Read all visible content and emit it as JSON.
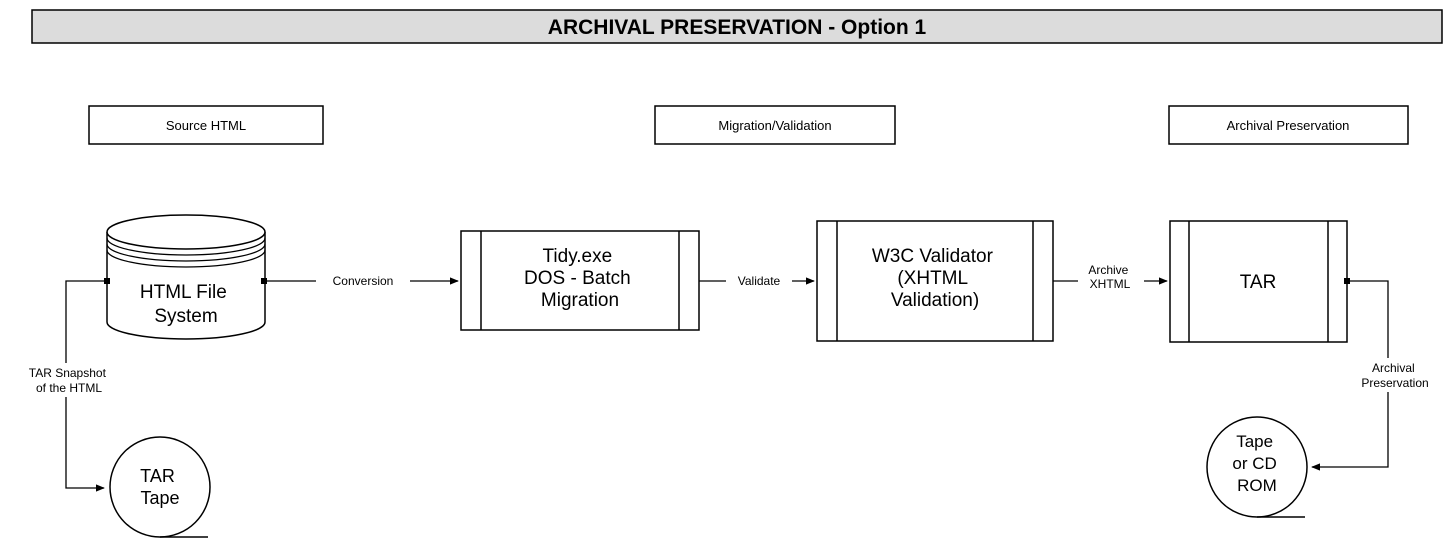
{
  "title": "ARCHIVAL PRESERVATION  - Option 1",
  "colors": {
    "title_bg": "#dcdcdc",
    "line": "#000000",
    "background": "#ffffff"
  },
  "headers": {
    "source": "Source HTML",
    "migration": "Migration/Validation",
    "archival": "Archival Preservation"
  },
  "nodes": {
    "file_system": {
      "line1": "HTML File",
      "line2": "System"
    },
    "tidy": {
      "line1": "Tidy.exe",
      "line2": "DOS - Batch",
      "line3": "Migration"
    },
    "validator": {
      "line1": "W3C Validator",
      "line2": "(XHTML",
      "line3": "Validation)"
    },
    "tar": {
      "label": "TAR"
    },
    "tar_tape": {
      "line1": "TAR",
      "line2": "Tape"
    },
    "tape_cd": {
      "line1": "Tape",
      "line2": "or CD",
      "line3": "ROM"
    }
  },
  "edges": {
    "conversion": "Conversion",
    "validate": "Validate",
    "archive_line1": "Archive",
    "archive_line2": "XHTML",
    "snapshot_line1": "TAR Snapshot",
    "snapshot_line2": "of the HTML",
    "preservation_line1": "Archival",
    "preservation_line2": "Preservation"
  }
}
